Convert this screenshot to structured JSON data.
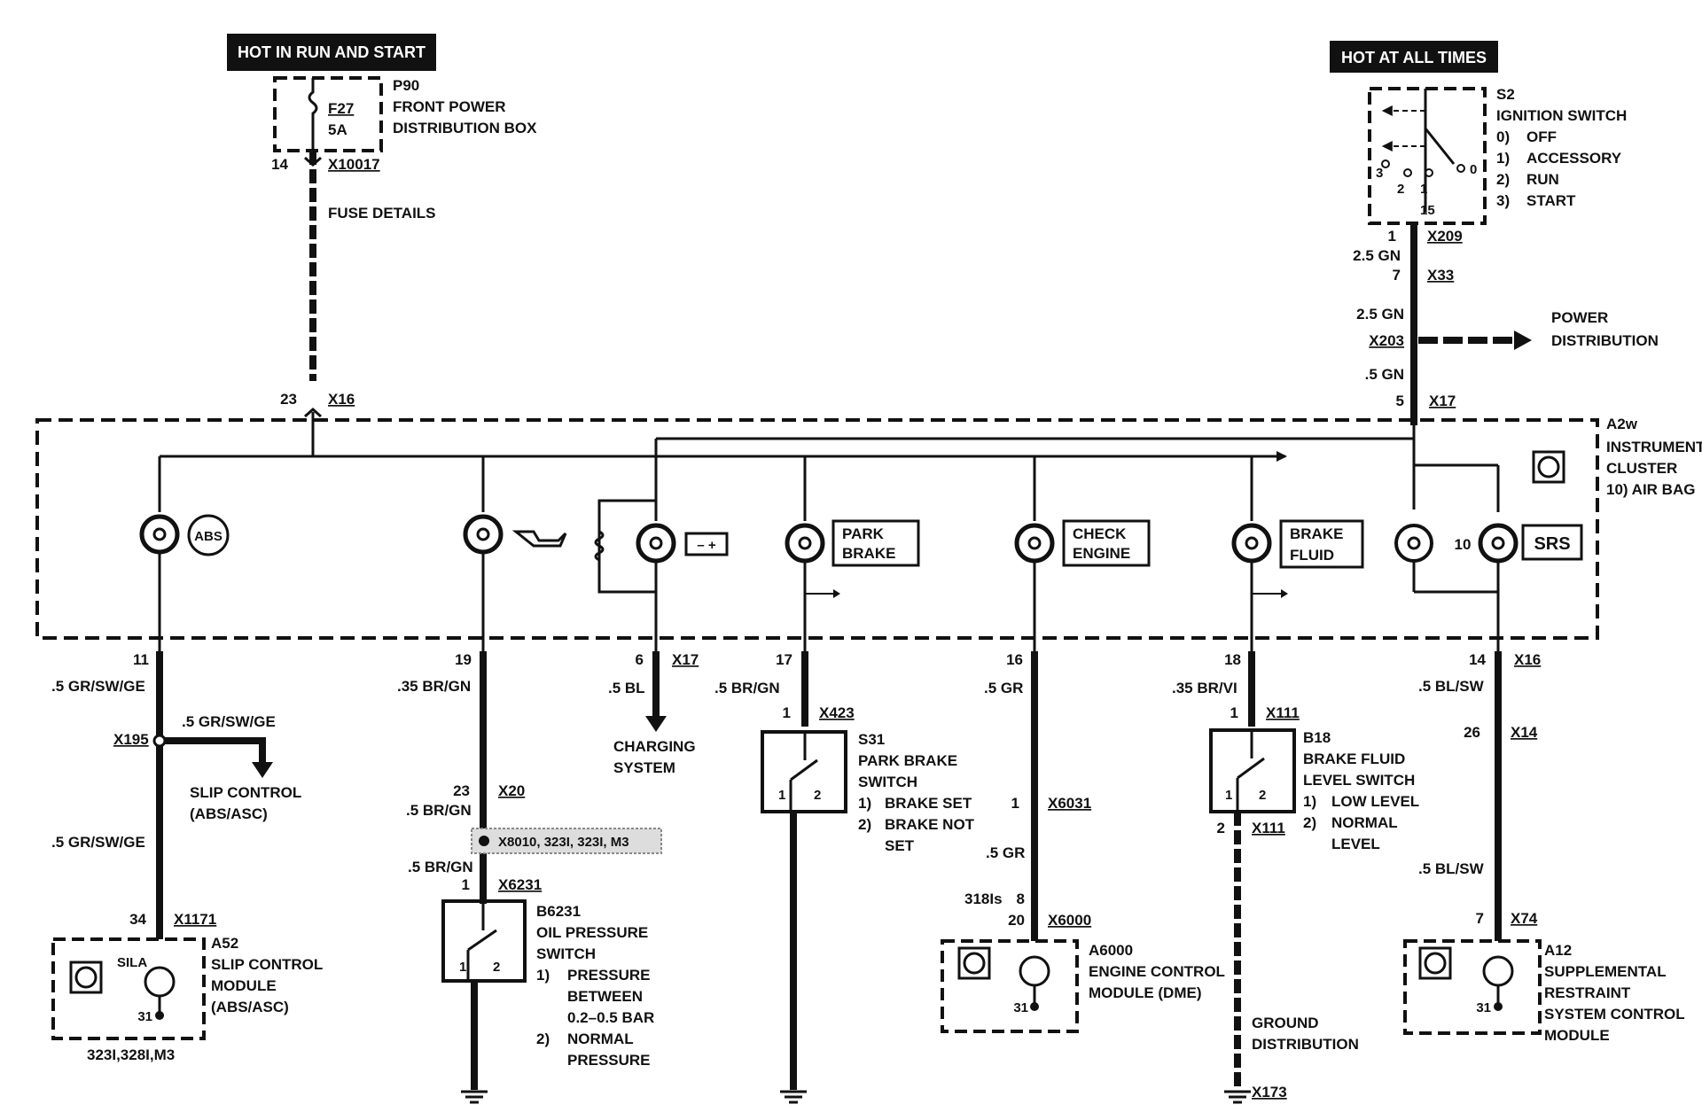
{
  "headers": {
    "hot_run_start": "HOT IN RUN AND START",
    "hot_all_times": "HOT AT ALL TIMES"
  },
  "fuse_box": {
    "id": "P90",
    "line1": "FRONT POWER",
    "line2": "DISTRIBUTION BOX",
    "fuse": "F27",
    "rating": "5A",
    "pin": "14",
    "connector": "X10017",
    "details": "FUSE DETAILS"
  },
  "ignition": {
    "id": "S2",
    "title": "IGNITION SWITCH",
    "positions": [
      {
        "num": "0)",
        "label": "OFF"
      },
      {
        "num": "1)",
        "label": "ACCESSORY"
      },
      {
        "num": "2)",
        "label": "RUN"
      },
      {
        "num": "3)",
        "label": "START"
      }
    ],
    "contacts": {
      "c0": "0",
      "c1": "1",
      "c2": "2",
      "c3": "3",
      "c15": "15"
    }
  },
  "power_feed": {
    "pin_x209": "1",
    "x209": "X209",
    "wire1": "2.5 GN",
    "pin_x33": "7",
    "x33": "X33",
    "wire2": "2.5 GN",
    "x203": "X203",
    "wire3": ".5 GN",
    "pin_x17": "5",
    "x17": "X17",
    "power_dist_1": "POWER",
    "power_dist_2": "DISTRIBUTION"
  },
  "cluster": {
    "id": "A2w",
    "line1": "INSTRUMENT",
    "line2": "CLUSTER",
    "line3": "10) AIR BAG",
    "pin_x16": "23",
    "x16": "X16",
    "lamps": {
      "abs": "ABS",
      "park_1": "PARK",
      "park_2": "BRAKE",
      "check_1": "CHECK",
      "check_2": "ENGINE",
      "brake_1": "BRAKE",
      "brake_2": "FLUID",
      "srs": "SRS",
      "srs_num": "10"
    }
  },
  "abs_branch": {
    "pin": "11",
    "wire1": ".5 GR/SW/GE",
    "x195": "X195",
    "wire_split": ".5 GR/SW/GE",
    "slip_1": "SLIP CONTROL",
    "slip_2": "(ABS/ASC)",
    "wire2": ".5 GR/SW/GE",
    "pin2": "34",
    "x1171": "X1171",
    "module_id": "A52",
    "m1": "SLIP CONTROL",
    "m2": "MODULE",
    "m3": "(ABS/ASC)",
    "sila": "SILA",
    "gnd": "31",
    "models": "323I,328I,M3"
  },
  "oil_branch": {
    "pin": "19",
    "wire1": ".35 BR/GN",
    "pin2": "23",
    "x20": "X20",
    "wire2": ".5 BR/GN",
    "x8010": "X8010, 323I, 323I, M3",
    "wire3": ".5 BR/GN",
    "pin3": "1",
    "x6231": "X6231",
    "id": "B6231",
    "t1": "OIL PRESSURE",
    "t2": "SWITCH",
    "o1n": "1)",
    "o1a": "PRESSURE",
    "o1b": "BETWEEN",
    "o1c": "0.2–0.5 BAR",
    "o2n": "2)",
    "o2a": "NORMAL",
    "o2b": "PRESSURE",
    "c1": "1",
    "c2": "2"
  },
  "charging": {
    "pin": "6",
    "x17": "X17",
    "wire": ".5 BL",
    "t1": "CHARGING",
    "t2": "SYSTEM"
  },
  "park_branch": {
    "pin": "17",
    "wire": ".5 BR/GN",
    "pin2": "1",
    "x423": "X423",
    "id": "S31",
    "t1": "PARK BRAKE",
    "t2": "SWITCH",
    "o1n": "1)",
    "o1": "BRAKE SET",
    "o2n": "2)",
    "o2a": "BRAKE NOT",
    "o2b": "SET",
    "c1": "1",
    "c2": "2"
  },
  "engine_branch": {
    "pin": "16",
    "wire1": ".5 GR",
    "pin2": "1",
    "x6031": "X6031",
    "wire2": ".5 GR",
    "note": "318Is",
    "pin3": "8",
    "pin4": "20",
    "x6000": "X6000",
    "id": "A6000",
    "m1": "ENGINE CONTROL",
    "m2": "MODULE (DME)",
    "gnd": "31"
  },
  "brake_branch": {
    "pin": "18",
    "wire": ".35 BR/VI",
    "pin2": "1",
    "x111": "X111",
    "id": "B18",
    "t1": "BRAKE FLUID",
    "t2": "LEVEL SWITCH",
    "o1n": "1)",
    "o1": "LOW LEVEL",
    "o2n": "2)",
    "o2a": "NORMAL",
    "o2b": "LEVEL",
    "pin3": "2",
    "x111b": "X111",
    "g1": "GROUND",
    "g2": "DISTRIBUTION",
    "x173": "X173",
    "c1": "1",
    "c2": "2"
  },
  "srs_branch": {
    "pin": "14",
    "x16": "X16",
    "wire1": ".5 BL/SW",
    "pin2": "26",
    "x14": "X14",
    "wire2": ".5 BL/SW",
    "pin3": "7",
    "x74": "X74",
    "id": "A12",
    "m1": "SUPPLEMENTAL",
    "m2": "RESTRAINT",
    "m3": "SYSTEM CONTROL",
    "m4": "MODULE",
    "gnd": "31"
  }
}
